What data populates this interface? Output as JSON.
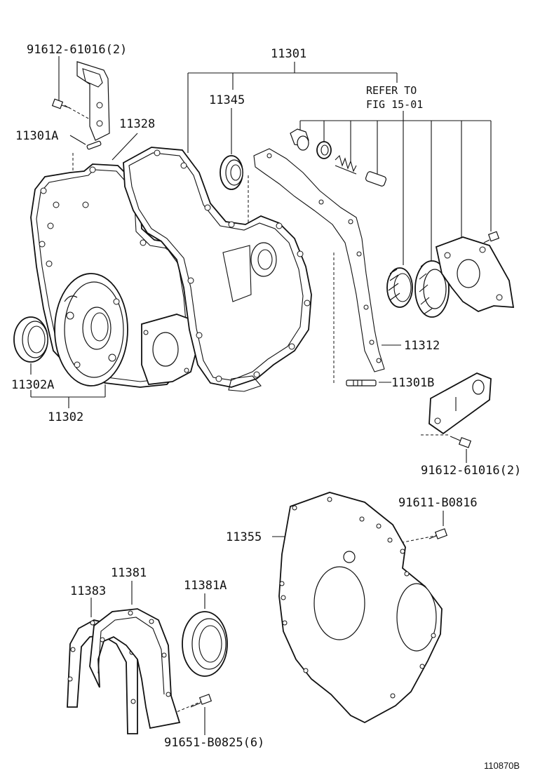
{
  "diagram": {
    "labels": {
      "l_91612_tl": "91612-61016(2)",
      "l_11301": "11301",
      "l_refer1": "REFER TO",
      "l_refer2": "FIG 15-01",
      "l_11345": "11345",
      "l_11328": "11328",
      "l_11301A": "11301A",
      "l_11302A": "11302A",
      "l_11302": "11302",
      "l_11312": "11312",
      "l_11301B": "11301B",
      "l_91612_r": "91612-61016(2)",
      "l_91611": "91611-B0816",
      "l_11355": "11355",
      "l_11381": "11381",
      "l_11383": "11383",
      "l_11381A": "11381A",
      "l_91651": "91651-B0825(6)"
    },
    "figure_id": "110870B"
  }
}
